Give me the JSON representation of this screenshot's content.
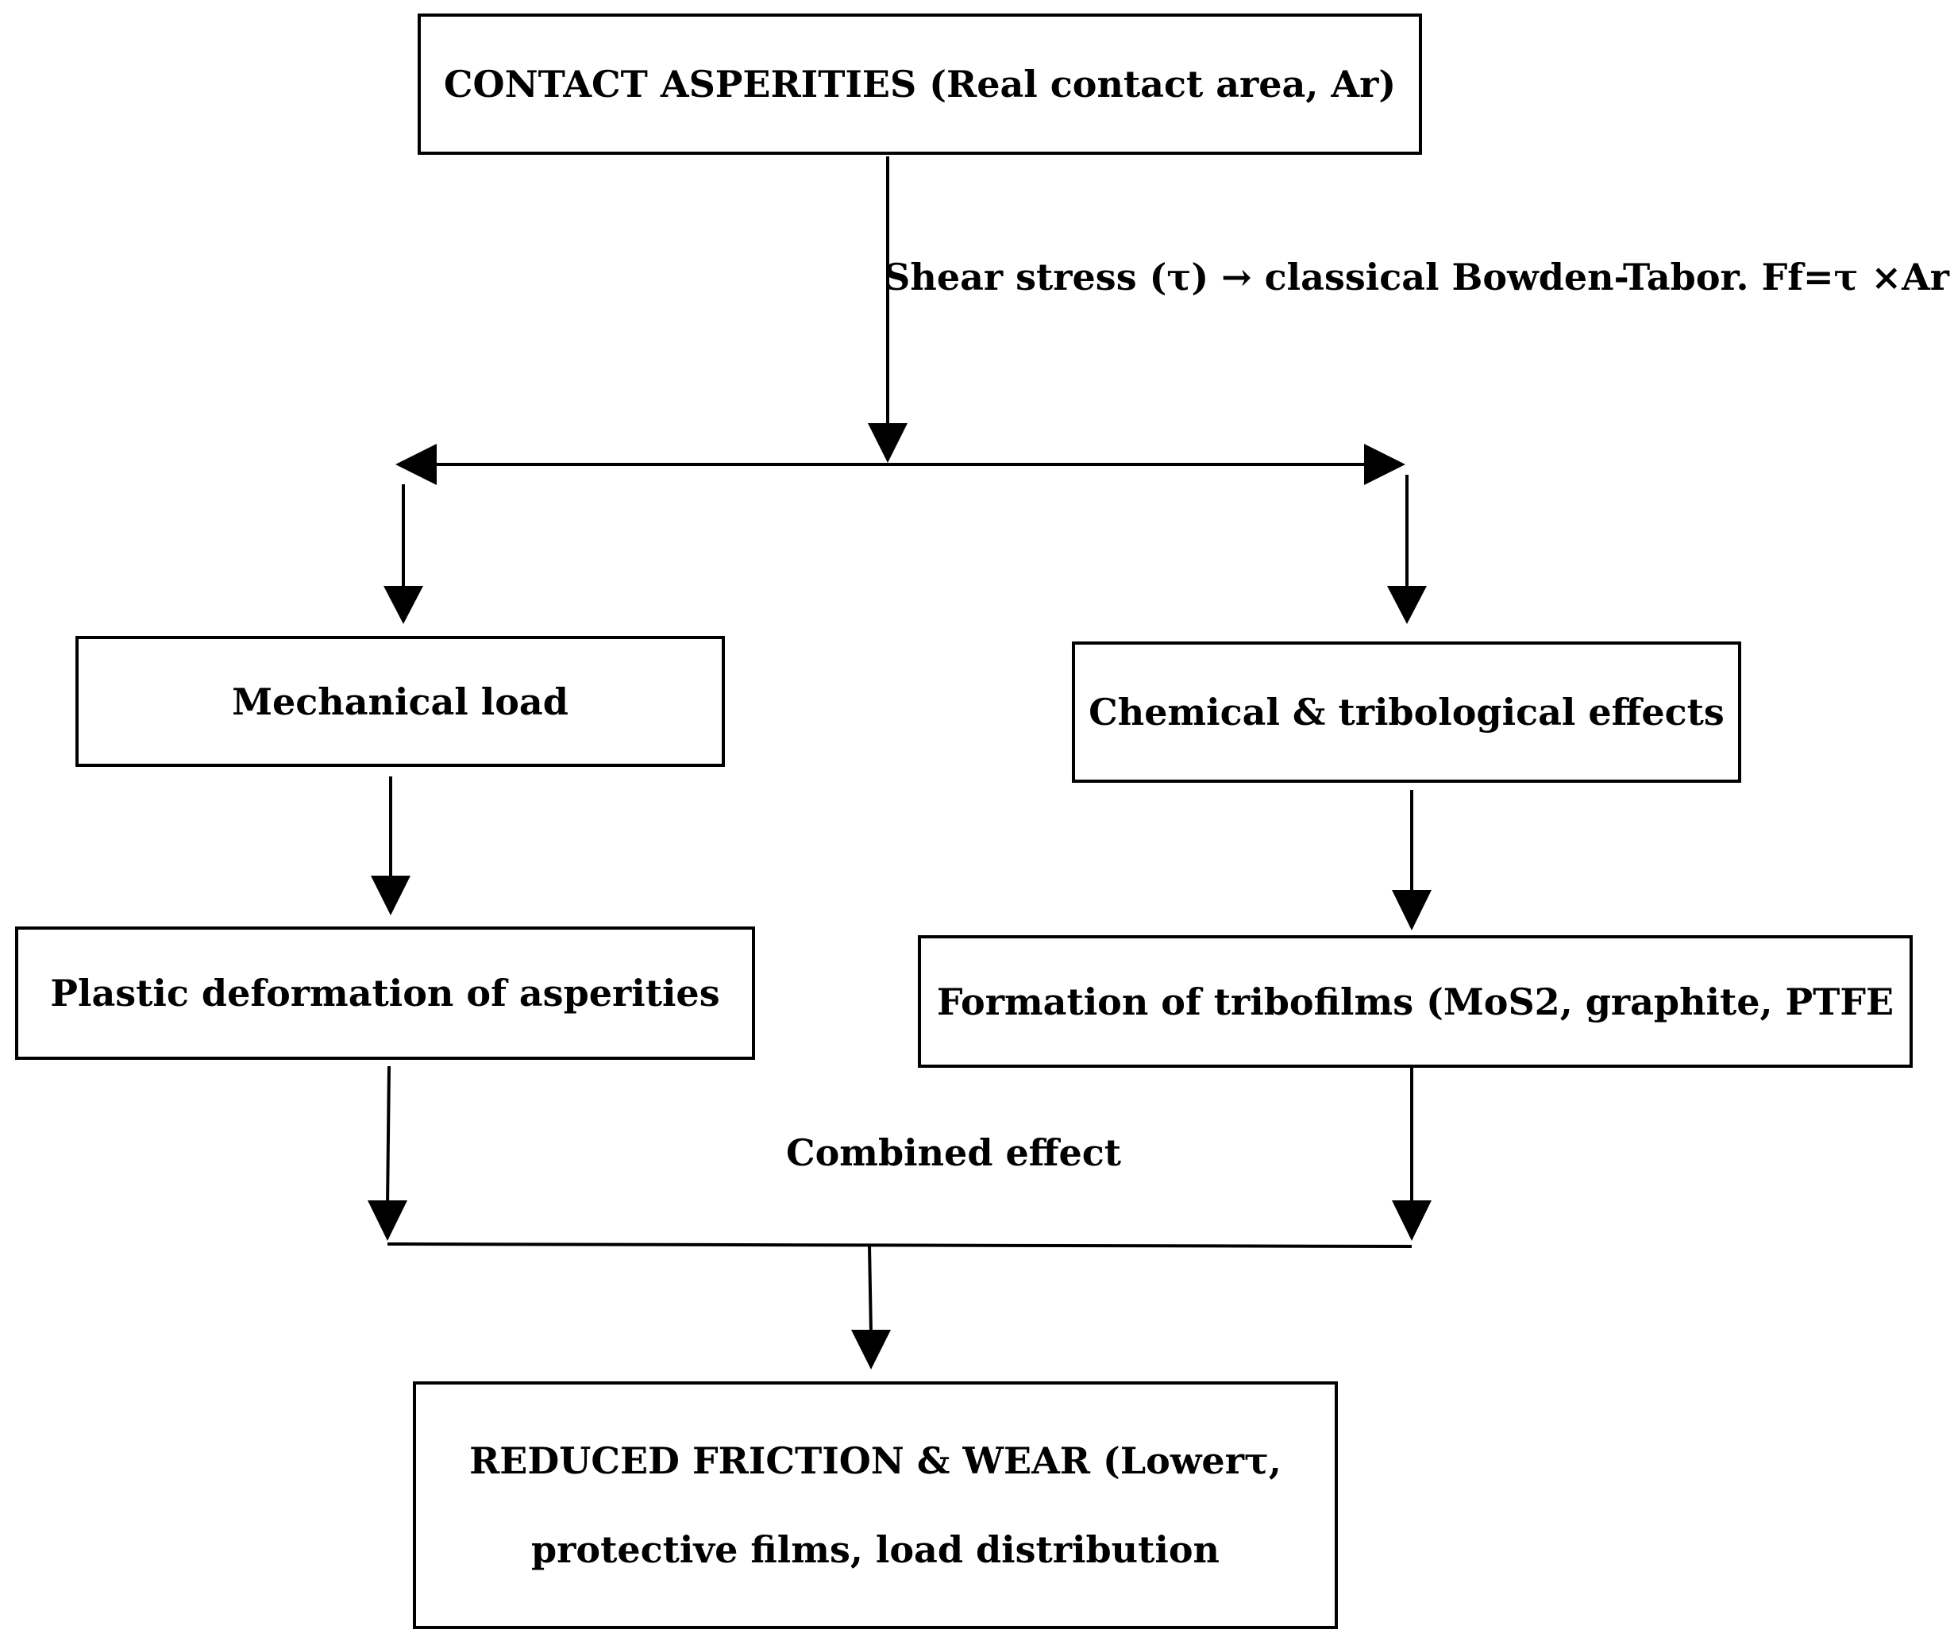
{
  "diagram": {
    "top_box": "CONTACT ASPERITIES (Real contact area, Ar)",
    "shear_label": "Shear stress (τ) → classical Bowden-Tabor. Ff=τ ×Ar",
    "left_box": "Mechanical load",
    "right_box": "Chemical & tribological effects",
    "left_lower_box": "Plastic deformation of asperities",
    "right_lower_box": "Formation of tribofilms (MoS2, graphite, PTFE",
    "combined_label": "Combined effect",
    "result_box": {
      "line1": "REDUCED FRICTION & WEAR (Lowerτ,",
      "line2": "protective films, load distribution"
    }
  }
}
